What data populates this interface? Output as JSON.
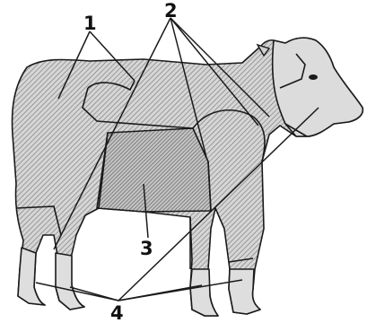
{
  "diagram": {
    "colors": {
      "ink": "#1a1a1a",
      "fill": "#cfcfcf",
      "hatch": "#6e6e6e",
      "background": "#ffffff"
    },
    "callouts": [
      {
        "id": "1",
        "label": "1"
      },
      {
        "id": "2",
        "label": "2"
      },
      {
        "id": "3",
        "label": "3"
      },
      {
        "id": "4",
        "label": "4"
      }
    ]
  }
}
